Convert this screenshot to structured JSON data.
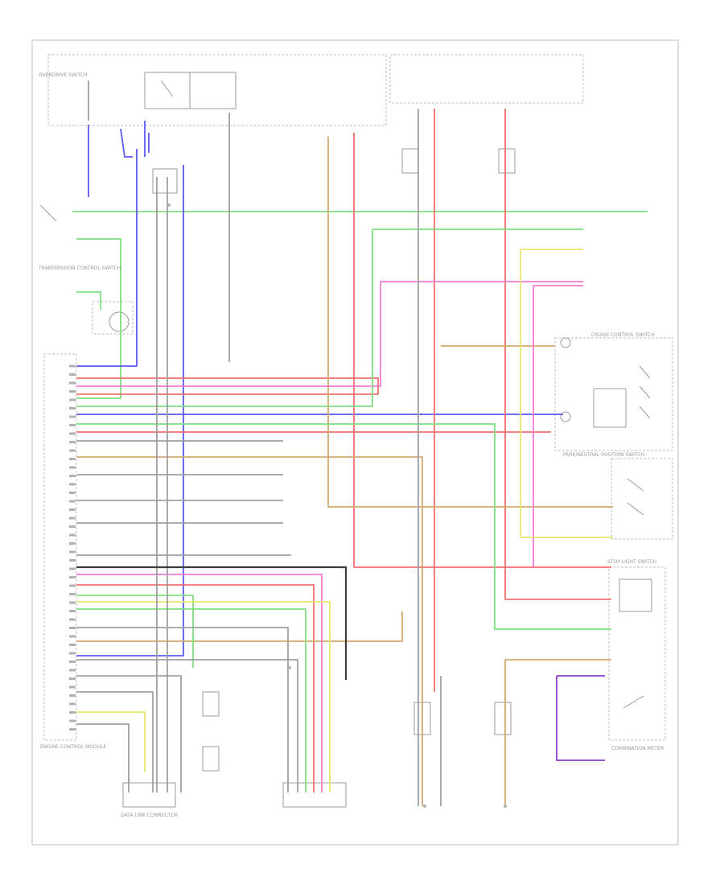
{
  "colors": {
    "green": "#7ee07e",
    "blue": "#5a5af0",
    "red": "#f07070",
    "tan": "#d2aa6e",
    "pink": "#f07ad0",
    "yellow": "#e6e66e",
    "purple": "#8a3cc8",
    "gray": "#a0a0a0",
    "dark": "#3c3c3c",
    "frame": "#c9c9c9"
  },
  "labels": {
    "engine_control_module": "ENGINE CONTROL MODULE",
    "transmission_control_switch": "TRANSMISSION CONTROL SWITCH",
    "park_neutral_position_switch": "PARK/NEUTRAL POSITION SWITCH",
    "cruise_control_switch": "CRUISE CONTROL SWITCH",
    "stop_light_switch": "STOP LIGHT SWITCH",
    "combination_meter": "COMBINATION METER",
    "data_link_connector": "DATA LINK CONNECTOR",
    "overdrive_switch": "OVERDRIVE SWITCH",
    "footer_ref": ""
  }
}
